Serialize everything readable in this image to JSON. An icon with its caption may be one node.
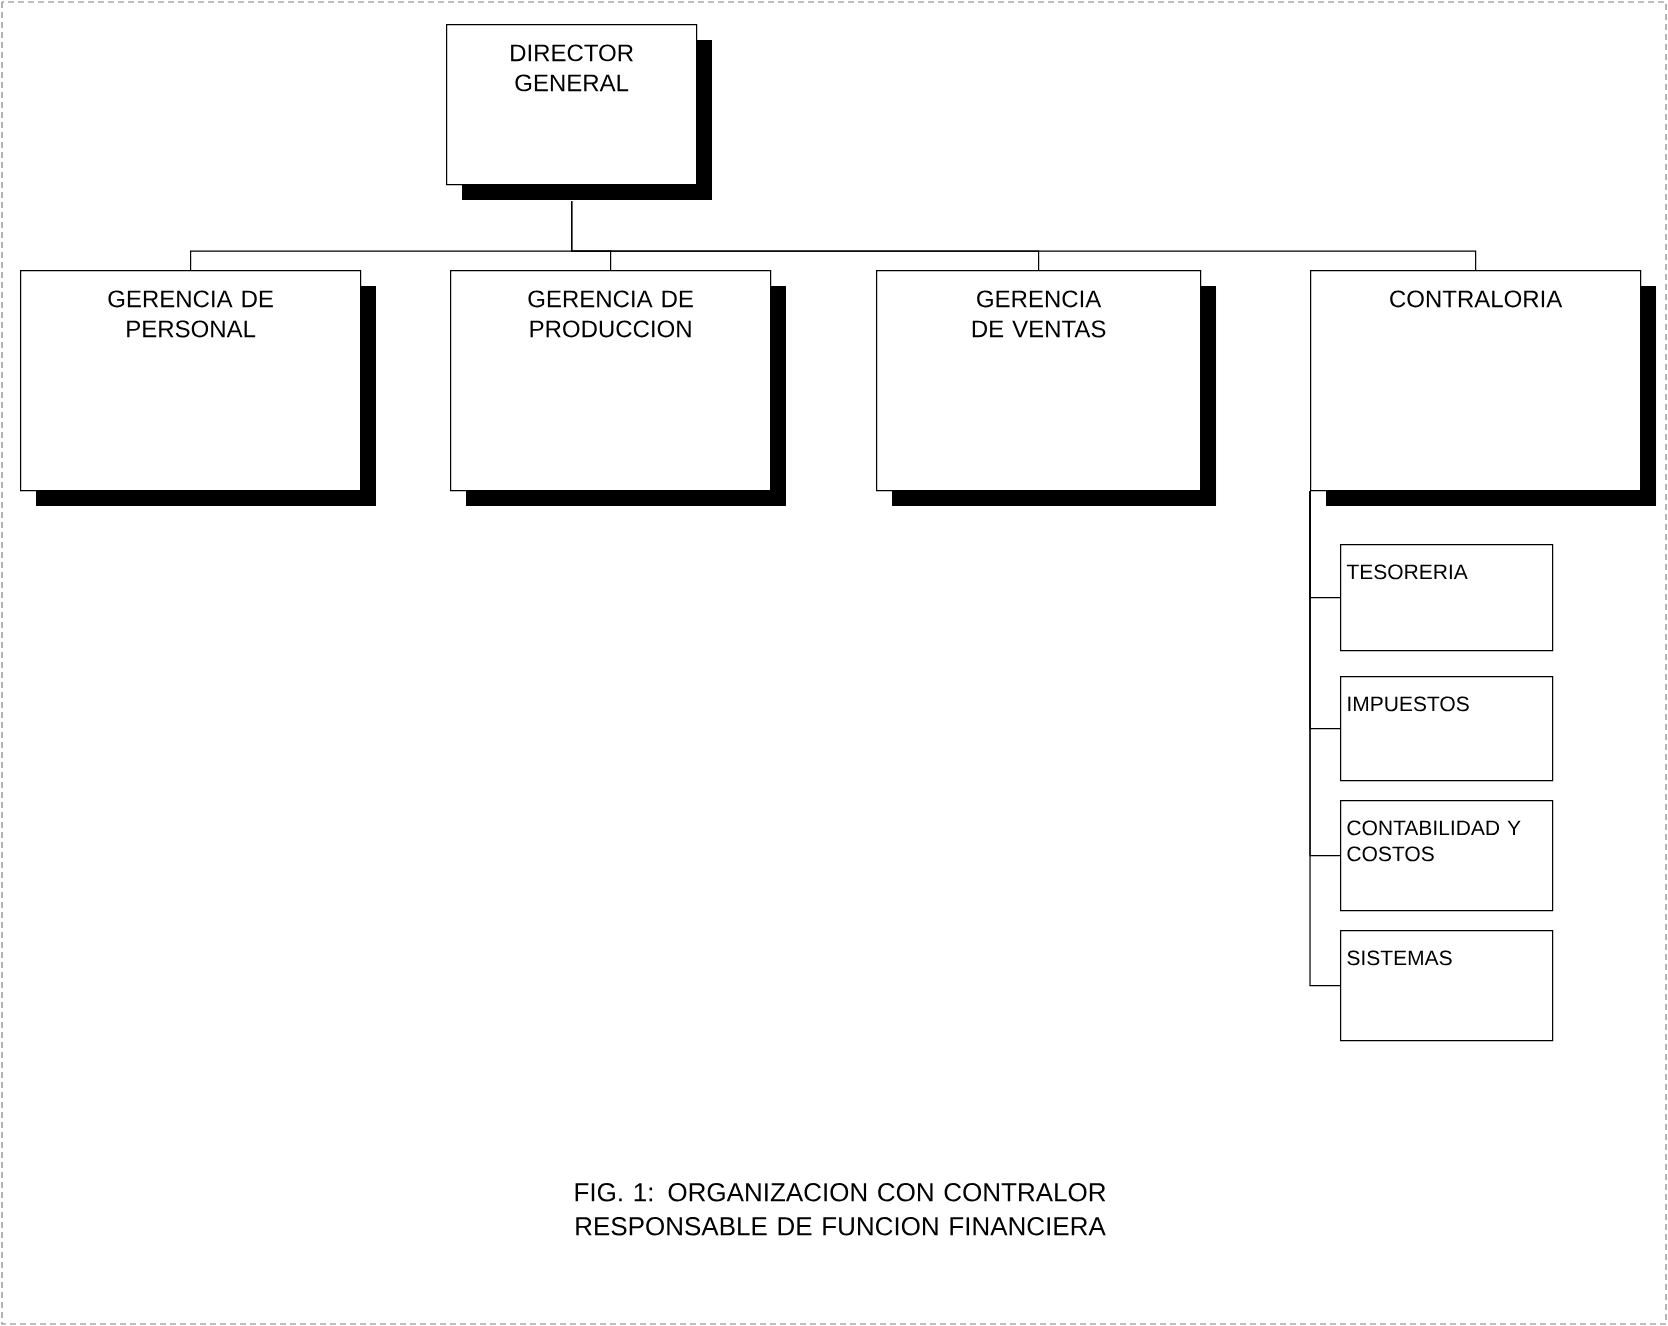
{
  "diagram": {
    "caption": "FIG. 1: ORGANIZACION CON CONTRALOR RESPONSABLE DE FUNCION FINANCIERA",
    "nodes": [
      {
        "text": [
          "DIRECTOR GENERAL"
        ]
      },
      {
        "text": [
          "GERENCIA DE PERSONAL"
        ]
      },
      {
        "text": [
          "GERENCIA DE PRODUCCION"
        ]
      },
      {
        "text": [
          "GERENCIA DE VENTAS"
        ]
      },
      {
        "text": [
          "CONTRALORIA"
        ]
      },
      {
        "text": [
          "TESORERIA"
        ]
      },
      {
        "text": [
          "IMPUESTOS"
        ]
      },
      {
        "text": [
          "CONTABILIDAD Y COSTOS"
        ]
      },
      {
        "text": [
          "SISTEMAS"
        ]
      }
    ],
    "edges": [
      {
        "from": 0,
        "to": 1,
        "arrow": "none"
      },
      {
        "from": 0,
        "to": 2,
        "arrow": "none"
      },
      {
        "from": 0,
        "to": 3,
        "arrow": "none"
      },
      {
        "from": 0,
        "to": 4,
        "arrow": "none"
      },
      {
        "from": 4,
        "to": 5,
        "arrow": "none"
      },
      {
        "from": 4,
        "to": 6,
        "arrow": "none"
      },
      {
        "from": 4,
        "to": 7,
        "arrow": "none"
      },
      {
        "from": 4,
        "to": 8,
        "arrow": "none"
      }
    ]
  }
}
